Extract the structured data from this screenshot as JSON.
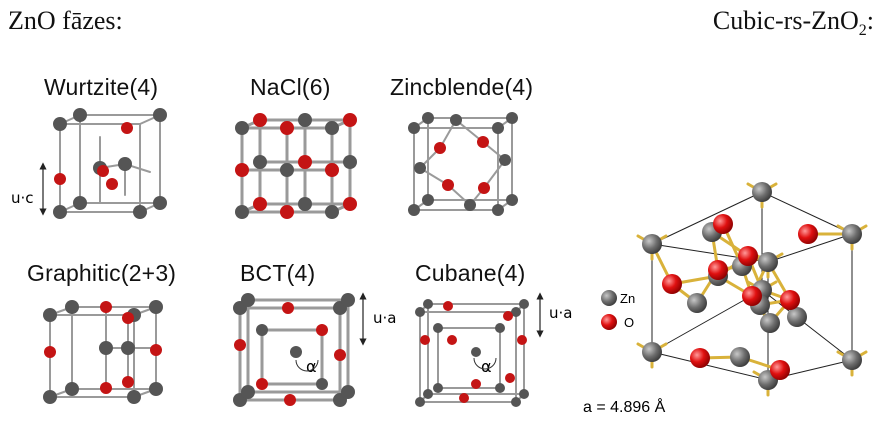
{
  "heading_left": "ZnO fāzes:",
  "heading_right": {
    "text": "Cubic-rs-ZnO",
    "subscript": "2",
    "suffix": ":"
  },
  "panels": [
    {
      "title": "Wurtzite(4)",
      "dim_label": "u·c"
    },
    {
      "title": "NaCl(6)"
    },
    {
      "title": "Zincblende(4)"
    },
    {
      "title": "Graphitic(2+3)"
    },
    {
      "title": "BCT(4)",
      "dim_label": "u·a",
      "angle_label": "α"
    },
    {
      "title": "Cubane(4)",
      "dim_label": "u·a",
      "angle_label": "α"
    }
  ],
  "cubic_rs": {
    "legend": [
      {
        "label": "Zn",
        "color": "#6e6e6e"
      },
      {
        "label": "O",
        "color": "#e01010"
      }
    ],
    "lattice_constant": "a = 4.896 Å"
  },
  "colors": {
    "zn_atom": "#555555",
    "o_atom_small": "#c41414",
    "o_atom_large": "#e01010",
    "bond": "#9a9a9a",
    "bond_gold": "#d9b23a"
  }
}
